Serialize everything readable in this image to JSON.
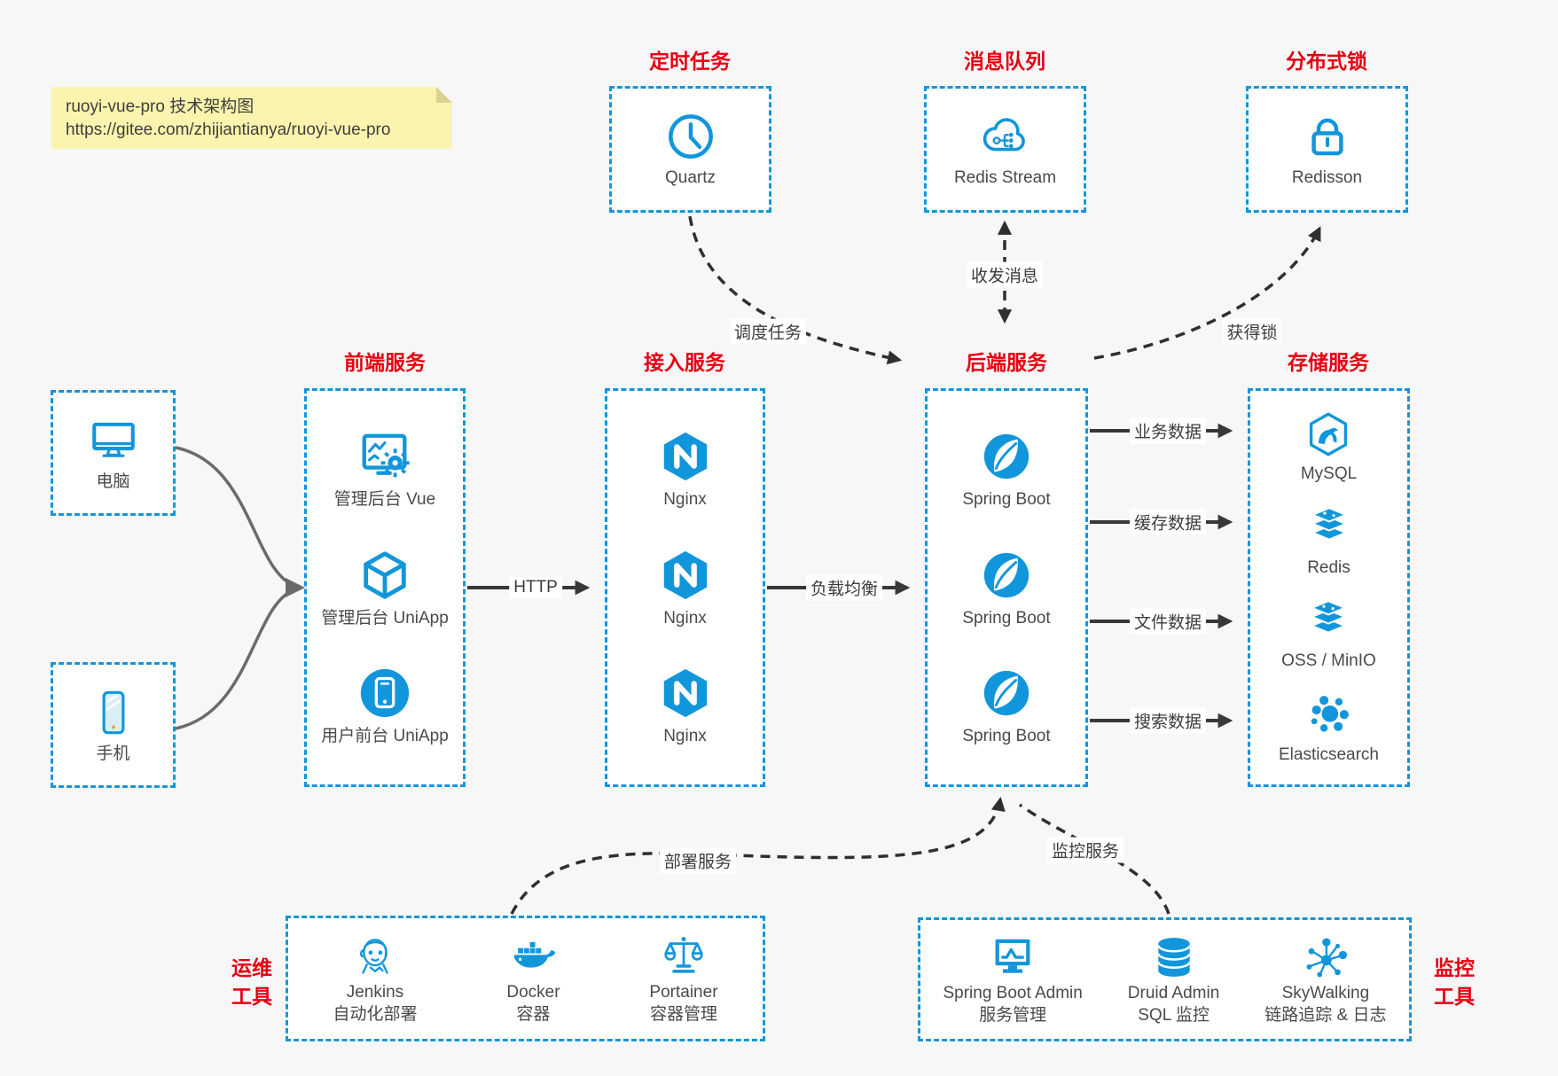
{
  "note": {
    "line1": "ruoyi-vue-pro 技术架构图",
    "line2": "https://gitee.com/zhijiantianya/ruoyi-vue-pro"
  },
  "colors": {
    "accent_blue": "#1296db",
    "title_red": "#e60012",
    "background": "#f7f7f7",
    "box_background": "#ffffff",
    "arrow_dark": "#383838",
    "curve_gray": "#666666",
    "note_yellow": "#fbf4ae"
  },
  "top_groups": [
    {
      "title": "定时任务",
      "label": "Quartz",
      "icon": "clock-icon"
    },
    {
      "title": "消息队列",
      "label": "Redis Stream",
      "icon": "cloud-mq-icon"
    },
    {
      "title": "分布式锁",
      "label": "Redisson",
      "icon": "lock-icon"
    }
  ],
  "clients": [
    {
      "label": "电脑",
      "icon": "desktop-icon"
    },
    {
      "label": "手机",
      "icon": "phone-icon"
    }
  ],
  "columns": [
    {
      "title": "前端服务",
      "items": [
        {
          "label": "管理后台 Vue",
          "icon": "admin-vue-icon"
        },
        {
          "label": "管理后台 UniApp",
          "icon": "uniapp-cube-icon"
        },
        {
          "label": "用户前台 UniApp",
          "icon": "user-app-icon"
        }
      ]
    },
    {
      "title": "接入服务",
      "items": [
        {
          "label": "Nginx",
          "icon": "nginx-icon"
        },
        {
          "label": "Nginx",
          "icon": "nginx-icon"
        },
        {
          "label": "Nginx",
          "icon": "nginx-icon"
        }
      ]
    },
    {
      "title": "后端服务",
      "items": [
        {
          "label": "Spring Boot",
          "icon": "spring-icon"
        },
        {
          "label": "Spring Boot",
          "icon": "spring-icon"
        },
        {
          "label": "Spring Boot",
          "icon": "spring-icon"
        }
      ]
    },
    {
      "title": "存储服务",
      "items": [
        {
          "label": "MySQL",
          "icon": "mysql-icon"
        },
        {
          "label": "Redis",
          "icon": "redis-icon"
        },
        {
          "label": "OSS / MinIO",
          "icon": "oss-icon"
        },
        {
          "label": "Elasticsearch",
          "icon": "elasticsearch-icon"
        }
      ]
    }
  ],
  "edges": {
    "http": "HTTP",
    "load_balance": "负载均衡",
    "business_data": "业务数据",
    "cache_data": "缓存数据",
    "file_data": "文件数据",
    "search_data": "搜索数据",
    "schedule": "调度任务",
    "messages": "收发消息",
    "get_lock": "获得锁",
    "deploy": "部署服务",
    "monitor": "监控服务"
  },
  "ops_group": {
    "side_line1": "运维",
    "side_line2": "工具",
    "items": [
      {
        "name": "Jenkins",
        "desc": "自动化部署",
        "icon": "jenkins-icon"
      },
      {
        "name": "Docker",
        "desc": "容器",
        "icon": "docker-icon"
      },
      {
        "name": "Portainer",
        "desc": "容器管理",
        "icon": "portainer-icon"
      }
    ]
  },
  "monitor_group": {
    "side_line1": "监控",
    "side_line2": "工具",
    "items": [
      {
        "name": "Spring Boot Admin",
        "desc": "服务管理",
        "icon": "springboot-admin-icon"
      },
      {
        "name": "Druid Admin",
        "desc": "SQL 监控",
        "icon": "druid-icon"
      },
      {
        "name": "SkyWalking",
        "desc": "链路追踪 & 日志",
        "icon": "skywalking-icon"
      }
    ]
  }
}
